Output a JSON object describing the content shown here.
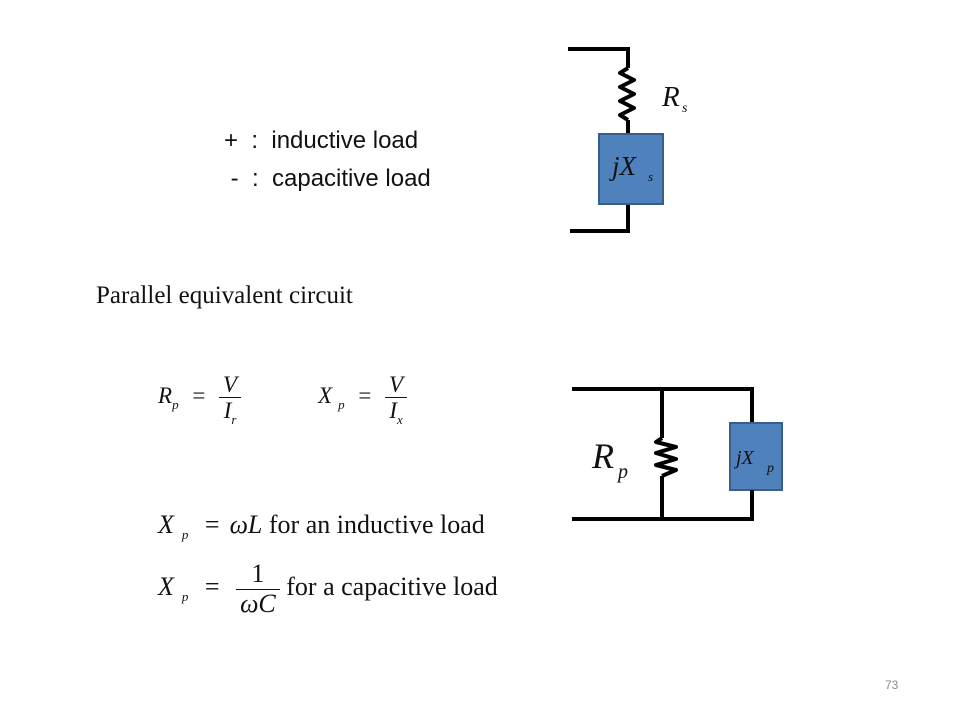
{
  "legend": {
    "plus_line": "+  :  inductive load",
    "minus_line": " -  :  capacitive load"
  },
  "series_circuit": {
    "resistor_label": "R",
    "resistor_sub": "s",
    "reactance_label": "jX",
    "reactance_sub": "s",
    "box_color": "#4f81bd",
    "box_border": "#385d8a"
  },
  "heading": "Parallel equivalent circuit",
  "equations": {
    "rp": {
      "lhs": "R",
      "lhs_sub": "p",
      "eq": "=",
      "num": "V",
      "den": "I",
      "den_sub": "r"
    },
    "xp": {
      "lhs": "X",
      "lhs_sub": "p",
      "eq": "=",
      "num": "V",
      "den": "I",
      "den_sub": "x"
    },
    "inductive": {
      "lhs": "X",
      "lhs_sub": "p",
      "eq": "=",
      "rhs": "ωL",
      "text": " for an inductive  load"
    },
    "capacitive": {
      "lhs": "X",
      "lhs_sub": "p",
      "eq": "=",
      "num": "1",
      "den": "ωC",
      "text": " for a capacitive  load"
    }
  },
  "parallel_circuit": {
    "resistor_label": "R",
    "resistor_sub": "p",
    "reactance_label": "jX",
    "reactance_sub": "p",
    "box_color": "#4f81bd",
    "box_border": "#385d8a"
  },
  "page_number": "73"
}
